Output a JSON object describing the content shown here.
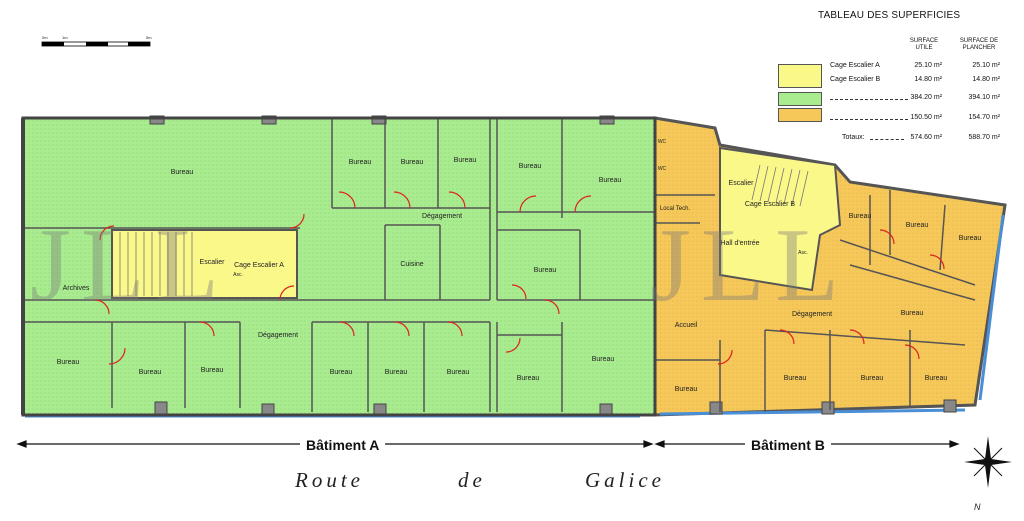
{
  "surface_table": {
    "title": "TABLEAU DES SUPERFICIES",
    "col_useful": "SURFACE\nUTILE",
    "col_floor": "SURFACE DE\nPLANCHER",
    "rows": [
      {
        "label": "Cage Escalier A",
        "useful": "25.10 m²",
        "floor": "25.10 m²",
        "color": "#fbf88a"
      },
      {
        "label": "Cage Escalier B",
        "useful": "14.80 m²",
        "floor": "14.80 m²",
        "color": "#fbf88a"
      },
      {
        "label": "",
        "useful": "384.20 m²",
        "floor": "394.10 m²",
        "color": "#a9ec8f"
      },
      {
        "label": "",
        "useful": "150.50 m²",
        "floor": "154.70 m²",
        "color": "#f6c85a"
      }
    ],
    "totals": {
      "label": "Totaux:",
      "useful": "574.60 m²",
      "floor": "588.70 m²"
    }
  },
  "scale_bar": {
    "start": "0m",
    "mid": "1m",
    "end": "5m"
  },
  "rooms": {
    "bureau": "Bureau",
    "archives": "Archives",
    "degagement": "Dégagement",
    "cuisine": "Cuisine",
    "cage_a": "Cage Escalier A",
    "cage_b": "Cage Escalier B",
    "escalier": "Escalier",
    "asc": "Asc.",
    "hall": "Hall d'entrée",
    "local_tech": "Local\nTech.",
    "accueil": "Accueil",
    "wc": "WC"
  },
  "buildings": {
    "a": "Bâtiment A",
    "b": "Bâtiment B"
  },
  "road": {
    "w1": "Route",
    "w2": "de",
    "w3": "Galice"
  },
  "compass": {
    "north": "N"
  },
  "watermark": "JLL",
  "colors": {
    "green": "#a9ec8f",
    "orange": "#f6c85a",
    "yellow": "#fbf88a",
    "wall": "#555555",
    "window": "#4a8fd6"
  }
}
